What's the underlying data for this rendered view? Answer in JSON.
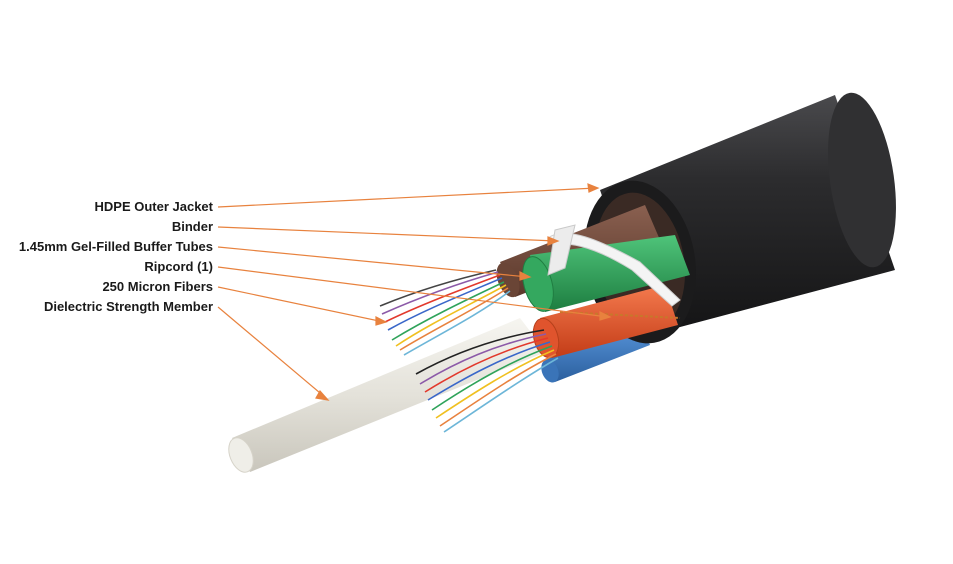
{
  "diagram": {
    "labels": [
      {
        "id": "outer-jacket",
        "text": "HDPE Outer Jacket"
      },
      {
        "id": "binder",
        "text": "Binder"
      },
      {
        "id": "buffer-tubes",
        "text": "1.45mm Gel-Filled Buffer Tubes"
      },
      {
        "id": "ripcord",
        "text": "Ripcord (1)"
      },
      {
        "id": "fibers",
        "text": "250 Micron Fibers"
      },
      {
        "id": "strength-member",
        "text": "Dielectric Strength Member"
      }
    ],
    "colors": {
      "leader": "#e8823e",
      "jacket": "#2a2a2c",
      "binder": "#f2f2f2",
      "tube_brown": "#6f4a3b",
      "tube_green": "#2fa35a",
      "tube_orange": "#e8532b",
      "tube_blue": "#3f7fc4",
      "strength_member": "#e6e4dc"
    }
  }
}
